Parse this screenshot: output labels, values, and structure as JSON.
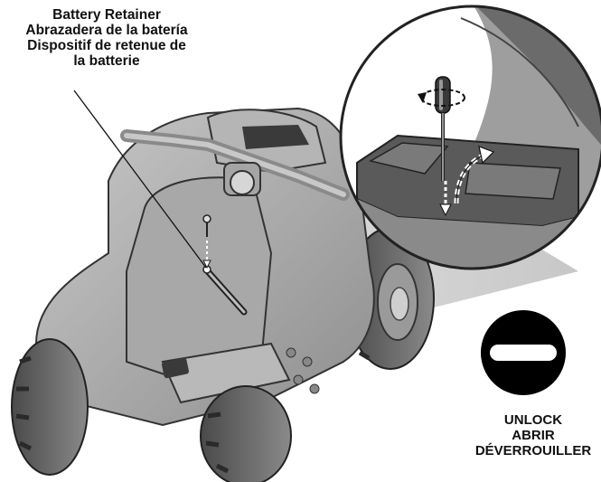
{
  "callout": {
    "line1": "Battery Retainer",
    "line2": "Abrazadera de la batería",
    "line3": "Dispositif de retenue de",
    "line4": "la batterie"
  },
  "unlock": {
    "line1": "UNLOCK",
    "line2": "ABRIR",
    "line3": "DÉVERROUILLER"
  },
  "icons": {
    "lock_state": "unlock-icon"
  }
}
